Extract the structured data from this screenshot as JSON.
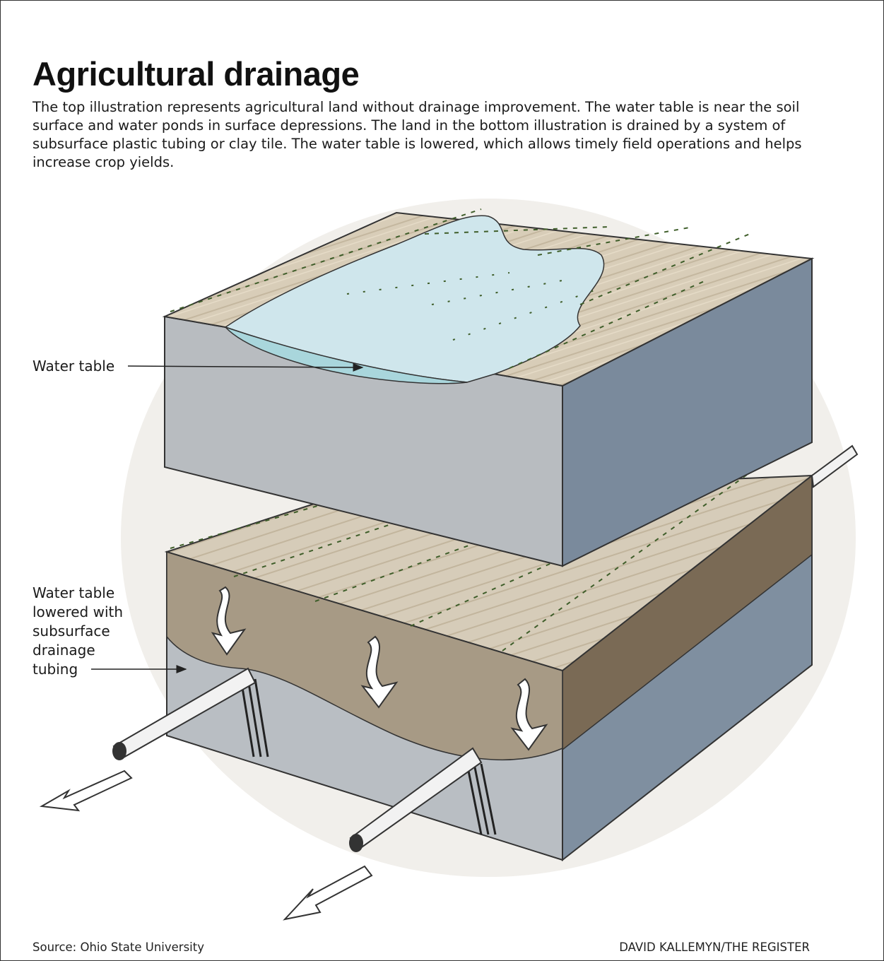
{
  "title": "Agricultural drainage",
  "description": "The top illustration represents agricultural land without drainage improvement. The water table is near the soil surface and water ponds in surface depressions. The land in the bottom illustration is drained by a system of subsurface plastic tubing or clay tile. The water table is lowered, which allows timely field operations and helps increase crop yields.",
  "labels": {
    "top_water_table": "Water table",
    "bottom_water_table": "Water table\nlowered with\nsubsurface\ndrainage\ntubing"
  },
  "footer": {
    "source": "Source: Ohio State University",
    "credit": "DAVID KALLEMYN/THE REGISTER"
  },
  "colors": {
    "soil_top": "#d8cdb8",
    "soil_side_front": "#b8bcc0",
    "soil_side_right": "#7a8a9c",
    "drained_soil": "#a79a85",
    "drained_soil_right": "#7a6a55",
    "pond_water": "#cfe6ec",
    "water_edge": "#a9d6dc",
    "plants": "#6f9a4f",
    "tubing": "#f2f2f2"
  }
}
